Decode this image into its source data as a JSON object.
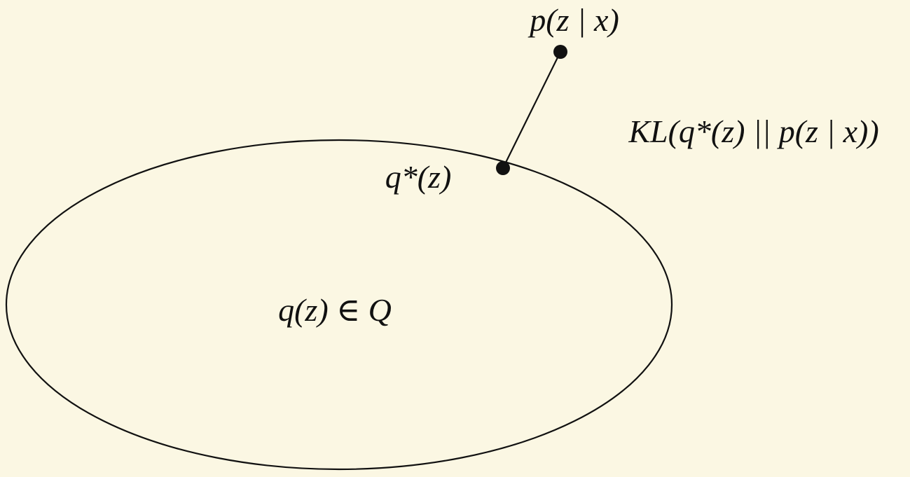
{
  "diagram": {
    "target_label": "p(z | x)",
    "divergence_label": "KL(q*(z) || p(z | x))",
    "optimum_label": "q*(z)",
    "family_label": "q(z) ∈ Q"
  },
  "colors": {
    "background": "#fbf7e3",
    "ink": "#111111"
  }
}
